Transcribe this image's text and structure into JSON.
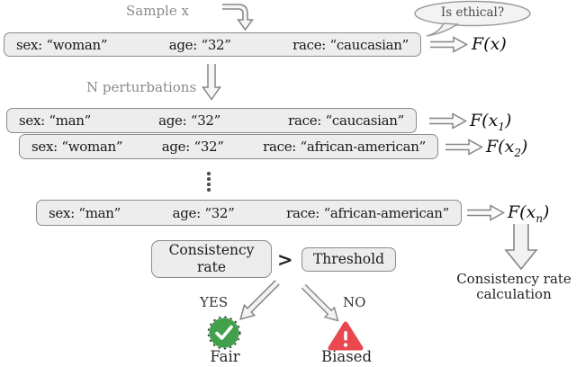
{
  "top": {
    "sample_label": "Sample x",
    "bubble_text": "Is ethical?"
  },
  "perturbation_label": "N perturbations",
  "rows": [
    {
      "sex": "sex: “woman”",
      "age": "age: “32”",
      "race": "race: “caucasian”",
      "out_main": "F(x",
      "out_sub": "",
      "out_close": ")"
    },
    {
      "sex": "sex: “man”",
      "age": "age: “32”",
      "race": "race: “caucasian”",
      "out_main": "F(x",
      "out_sub": "1",
      "out_close": ")"
    },
    {
      "sex": "sex: “woman”",
      "age": "age: “32”",
      "race": "race: “african-american”",
      "out_main": "F(x",
      "out_sub": "2",
      "out_close": ")"
    },
    {
      "sex": "sex: “man”",
      "age": "age: “32”",
      "race": "race: “african-american”",
      "out_main": "F(x",
      "out_sub": "n",
      "out_close": ")"
    }
  ],
  "decision": {
    "consistency_line1": "Consistency",
    "consistency_line2": "rate",
    "comparator": ">",
    "threshold": "Threshold",
    "yes": "YES",
    "no": "NO",
    "fair": "Fair",
    "biased": "Biased"
  },
  "result": {
    "line1": "Consistency rate",
    "line2": "calculation"
  },
  "icons": {
    "fair": "check-circle-icon",
    "biased": "warning-triangle-icon"
  },
  "colors": {
    "box_fill": "#ededed",
    "box_border": "#8b8b8b",
    "arrow_fill": "#f6f6f6",
    "arrow_stroke": "#858585",
    "label_gray": "#8a8a8a",
    "check_green": "#42a04c",
    "warning_red": "#e9484e",
    "text_dark": "#1c1c1c"
  }
}
